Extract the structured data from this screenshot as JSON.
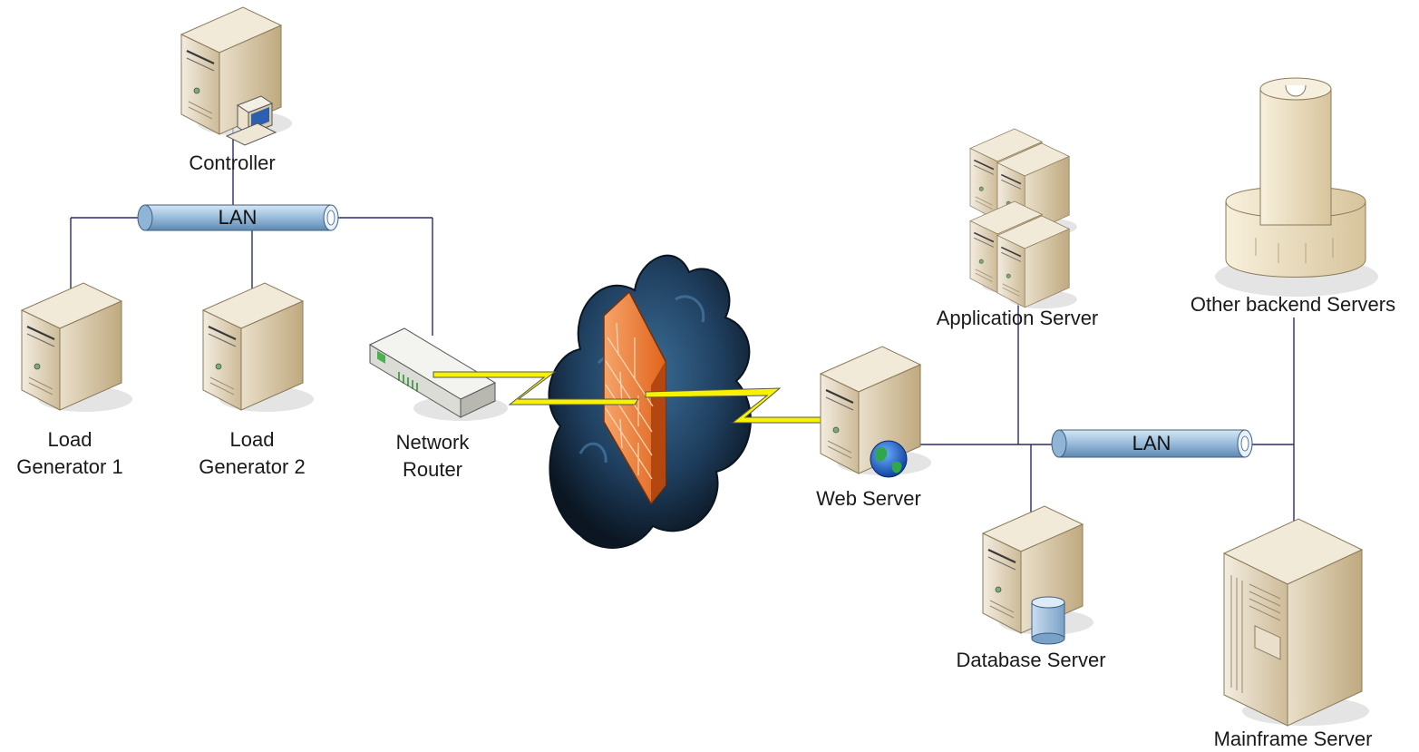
{
  "nodes": {
    "controller": "Controller",
    "load_generator_1": [
      "Load",
      "Generator 1"
    ],
    "load_generator_2": [
      "Load",
      "Generator 2"
    ],
    "network_router": [
      "Network",
      "Router"
    ],
    "web_server": "Web Server",
    "application_server": "Application Server",
    "database_server": "Database Server",
    "other_backend_servers": "Other backend Servers",
    "mainframe_server": "Mainframe Server"
  },
  "lan_left": "LAN",
  "lan_right": "LAN",
  "colors": {
    "wire": "#2b2b6b",
    "lan_tube": "#8fb4d6",
    "server_body": "#e4d8bf",
    "firewall": "#f07a2a",
    "cloud": "#1f3d5c",
    "lightning": "#f6f200"
  }
}
